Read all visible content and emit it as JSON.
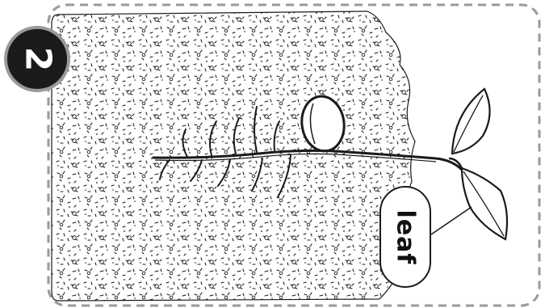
{
  "step": {
    "number": "2"
  },
  "label": {
    "text": "leaf"
  },
  "colors": {
    "ink": "#1a1a1a",
    "frame_dash": "#9a9a9a",
    "background": "#ffffff"
  },
  "icons": {
    "badge": "step-number-badge",
    "seed": "bean-seed-icon",
    "leaves": "seedling-leaf-icon"
  }
}
